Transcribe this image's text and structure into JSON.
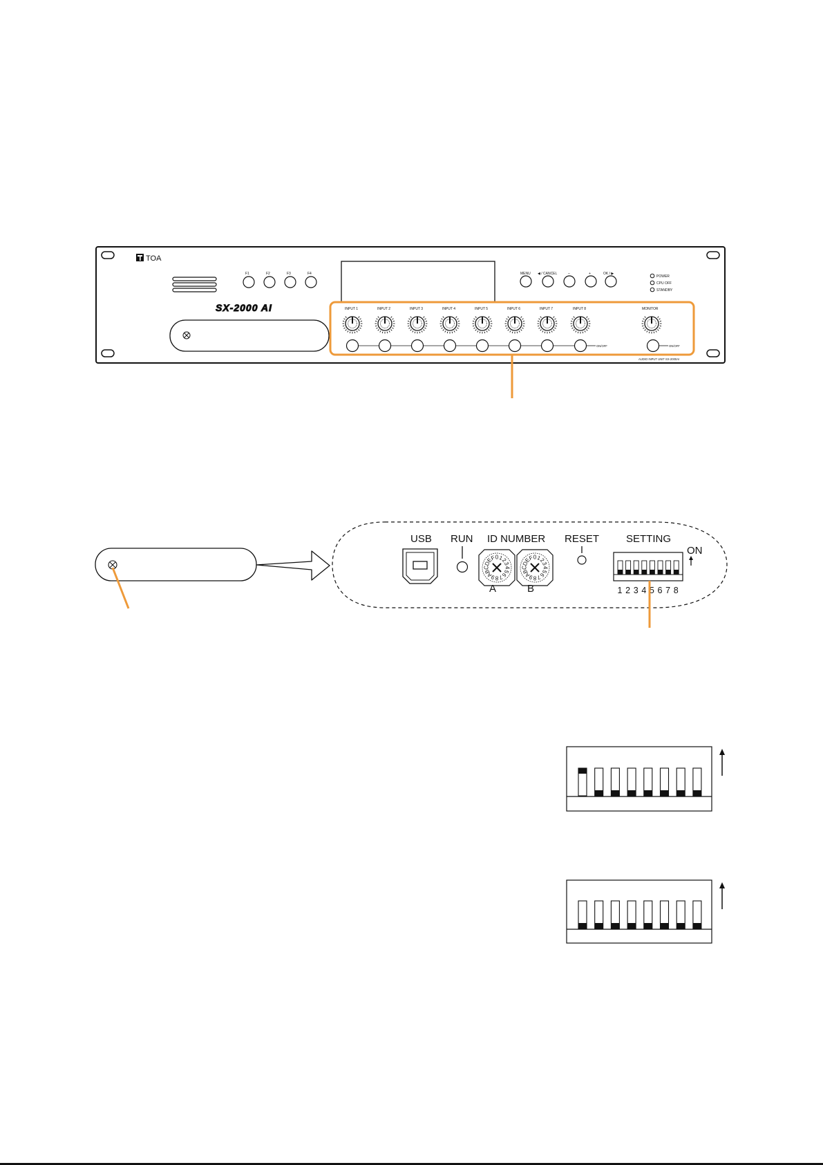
{
  "front_panel": {
    "brand": "TOA",
    "model": "SX-2000 AI",
    "function_keys": [
      "F1",
      "F2",
      "F3",
      "F4"
    ],
    "nav_keys": [
      "MENU",
      "◀ / CANCEL",
      "–",
      "+",
      "OK / ▶"
    ],
    "indicators": [
      "POWER",
      "CPU OFF",
      "STANDBY"
    ],
    "inputs": [
      "INPUT 1",
      "INPUT 2",
      "INPUT 3",
      "INPUT 4",
      "INPUT 5",
      "INPUT 6",
      "INPUT 7",
      "INPUT 8"
    ],
    "monitor": "MONITOR",
    "onoff": "ON/OFF",
    "unit_label": "AUDIO INPUT UNIT SX-2000AI",
    "highlight_color": "#ee9a3a"
  },
  "detail": {
    "usb": "USB",
    "run": "RUN",
    "id_number": "ID NUMBER",
    "rotary_a": "A",
    "rotary_b": "B",
    "rotary_digits": "0123456789ABCDEF",
    "reset": "RESET",
    "setting": "SETTING",
    "on": "ON",
    "switch_numbers": [
      "1",
      "2",
      "3",
      "4",
      "5",
      "6",
      "7",
      "8"
    ]
  },
  "dip_examples": [
    {
      "switches_on": [
        true,
        false,
        false,
        false,
        false,
        false,
        false,
        false
      ]
    },
    {
      "switches_on": [
        false,
        false,
        false,
        false,
        false,
        false,
        false,
        false
      ]
    }
  ]
}
